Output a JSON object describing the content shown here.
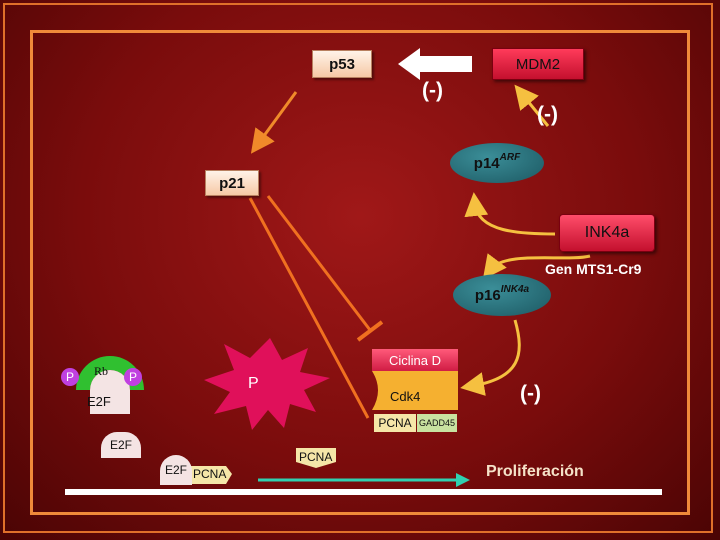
{
  "nodes": {
    "p53": "p53",
    "mdm2": "MDM2",
    "p21": "p21",
    "p14": "p14",
    "p14_sup": "ARF",
    "ink4a": "INK4a",
    "gen": "Gen MTS1-Cr9",
    "p16": "p16",
    "p16_sup": "INK4a",
    "ciclina": "Ciclina D",
    "cdk4": "Cdk4",
    "pcna_complex": "PCNA",
    "gadd45": "GADD45",
    "rb": "Rb",
    "p_left": "P",
    "p_right": "P",
    "e2f_rb": "E2F",
    "p_star": "P",
    "e2f_free": "E2F",
    "e2f_bound": "E2F",
    "pcna_bound": "PCNA",
    "pcna_top": "PCNA",
    "proliferacion": "Proliferación"
  },
  "signs": {
    "minus_top": "(-)",
    "minus_right": "(-)",
    "minus_lower": "(-)"
  },
  "colors": {
    "background": "#8b1010",
    "frame": "#f08a3a",
    "arrow_orange": "#f08a2a",
    "arrow_yellow": "#f5c040",
    "mdm2": "#e0203e",
    "teal_oval": "#2a707a",
    "cyan_arrow": "#30d0b0",
    "star_magenta": "#e0105a",
    "rb_green": "#30c030"
  }
}
